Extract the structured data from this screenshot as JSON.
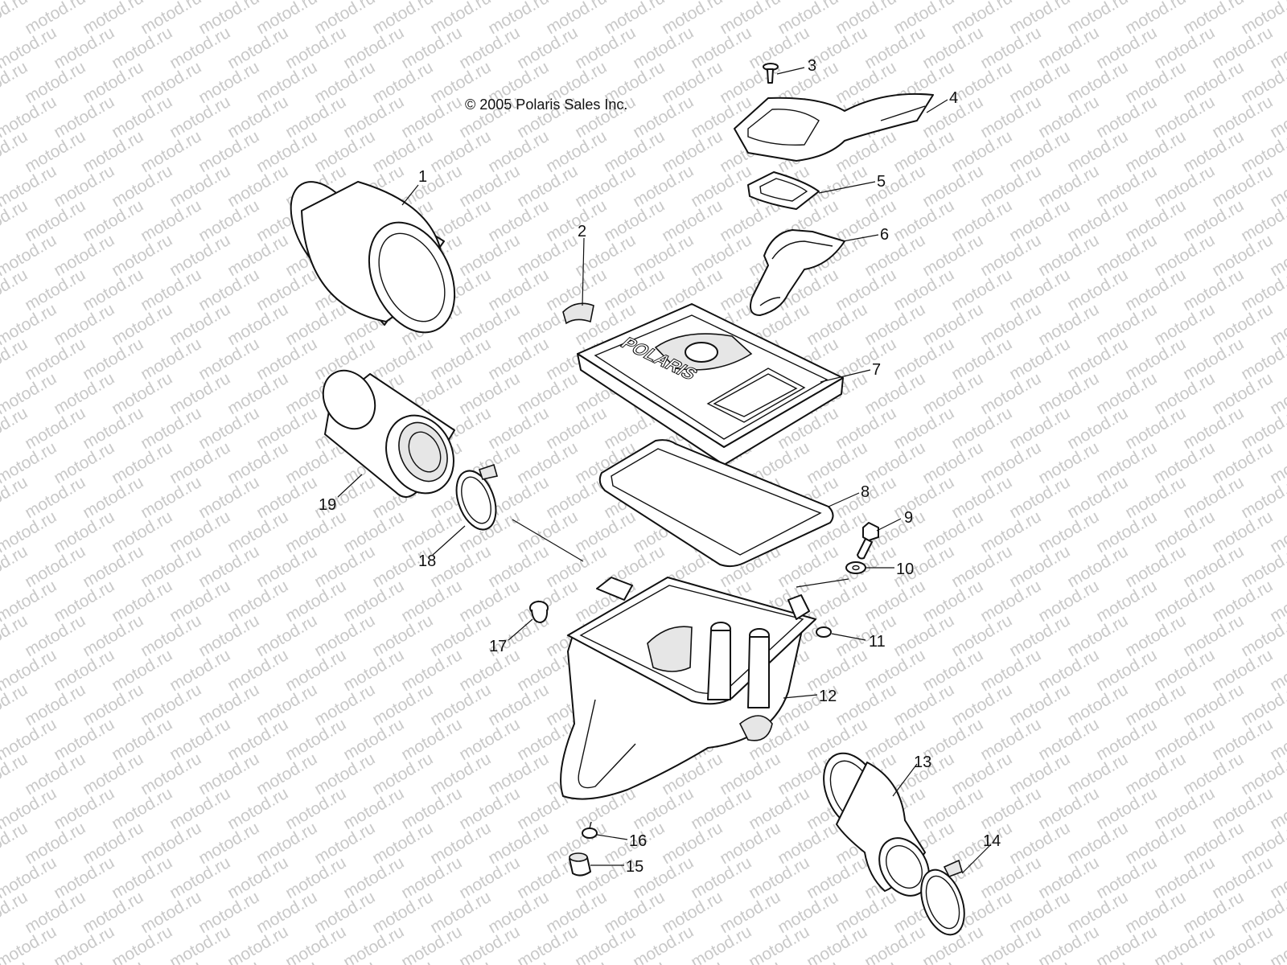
{
  "copyright": "© 2005 Polaris Sales Inc.",
  "watermark": "motod.ru",
  "brand_logo": "POLARIS",
  "callouts": [
    "1",
    "2",
    "3",
    "4",
    "5",
    "6",
    "7",
    "8",
    "9",
    "10",
    "11",
    "12",
    "13",
    "14",
    "15",
    "16",
    "17",
    "18",
    "19"
  ],
  "colors": {
    "line": "#111111",
    "watermark": "#c9c9c9",
    "background": "#ffffff"
  }
}
